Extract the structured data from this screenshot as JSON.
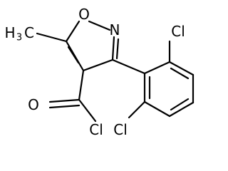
{
  "molecule": {
    "atoms": {
      "oxygen_ring": "O",
      "nitrogen_ring": "N",
      "methyl_h": "H",
      "methyl_sub": "3",
      "methyl_c": "C",
      "carbonyl_oxygen": "O",
      "acyl_chlorine": "Cl",
      "aryl_chlorine_top": "Cl",
      "aryl_chlorine_bottom": "Cl"
    }
  }
}
